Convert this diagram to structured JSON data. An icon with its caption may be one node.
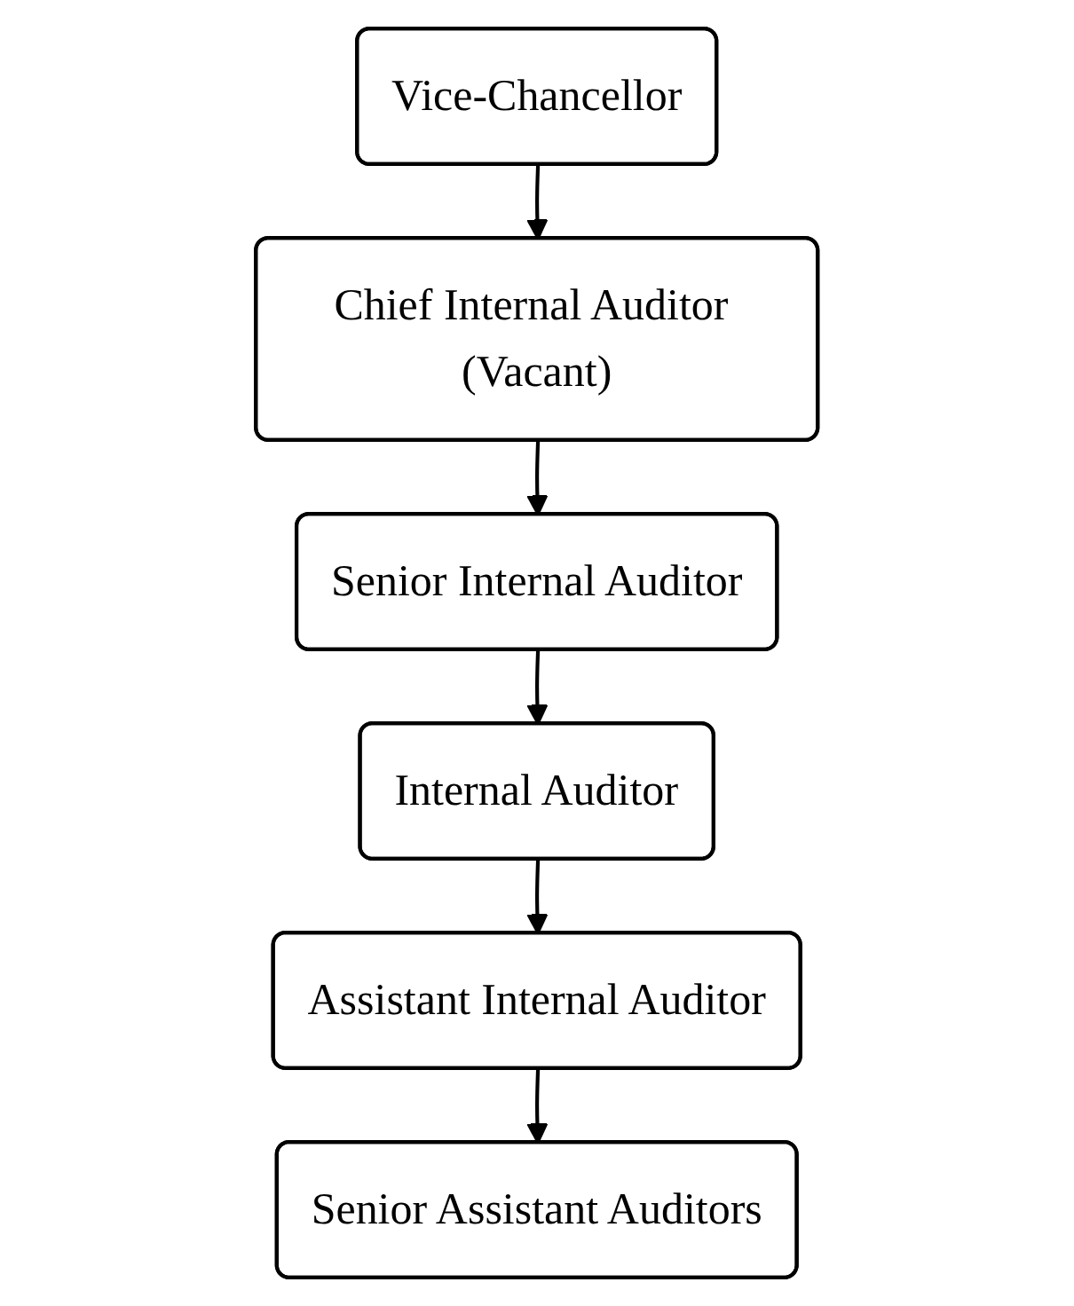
{
  "diagram": {
    "nodes": [
      {
        "text": [
          "Vice-Chancellor"
        ]
      },
      {
        "text": [
          "Chief Internal Auditor (Vacant)"
        ]
      },
      {
        "text": [
          "Senior Internal Auditor"
        ]
      },
      {
        "text": [
          "Internal Auditor"
        ]
      },
      {
        "text": [
          "Assistant Internal Auditor"
        ]
      },
      {
        "text": [
          "Senior Assistant Auditors"
        ]
      }
    ],
    "edges": [
      {
        "from": 0,
        "to": 1,
        "arrow": "to"
      },
      {
        "from": 1,
        "to": 2,
        "arrow": "to"
      },
      {
        "from": 2,
        "to": 3,
        "arrow": "to"
      },
      {
        "from": 3,
        "to": 4,
        "arrow": "to"
      },
      {
        "from": 4,
        "to": 5,
        "arrow": "to"
      }
    ]
  }
}
